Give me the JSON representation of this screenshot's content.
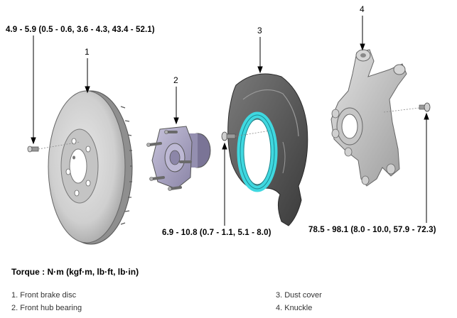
{
  "torque_specs": {
    "disc_screw": "4.9 - 5.9 (0.5 - 0.6, 3.6 - 4.3, 43.4 - 52.1)",
    "dust_cover_bolt": "6.9 - 10.8 (0.7 - 1.1, 5.1 - 8.0)",
    "knuckle_bolt": "78.5 - 98.1 (8.0 - 10.0, 57.9 - 72.3)"
  },
  "callouts": [
    "1",
    "2",
    "3",
    "4"
  ],
  "unit_title": "Torque : N·m (kgf·m, lb·ft, lb·in)",
  "legend": [
    "1. Front brake disc",
    "2. Front hub bearing",
    "3. Dust cover",
    "4. Knuckle"
  ],
  "colors": {
    "metal_light": "#d4d4d4",
    "metal_mid": "#a8a8a8",
    "metal_dark": "#4a4a4a",
    "hub_purple": "#a9a4c4",
    "highlight_cyan": "#3fd8e0"
  }
}
